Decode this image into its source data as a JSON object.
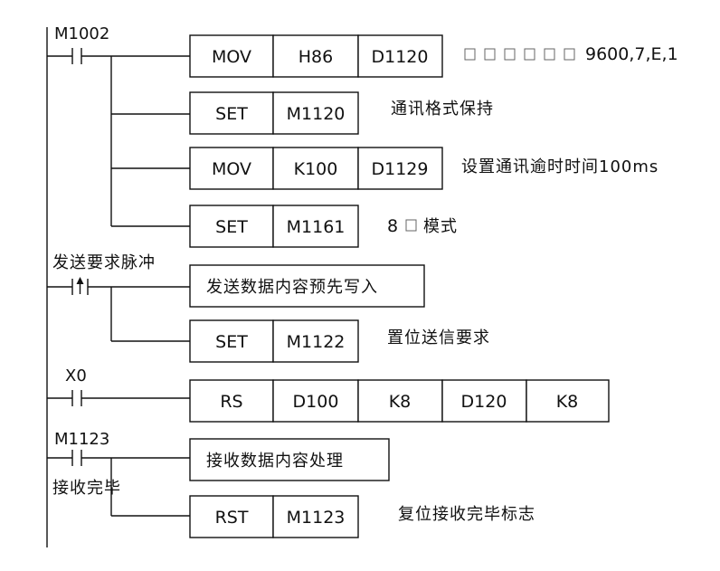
{
  "rungs": [
    {
      "contact_label": "M1002",
      "contact_type": "NO",
      "blocks": [
        {
          "cells": [
            "MOV",
            "H86",
            "D1120"
          ],
          "comment": "9600,7,E,1",
          "comment_placeholders": 6
        },
        {
          "cells": [
            "SET",
            "M1120"
          ],
          "comment": "通讯格式保持"
        },
        {
          "cells": [
            "MOV",
            "K100",
            "D1129"
          ],
          "comment": "设置通讯逾时时间100ms"
        },
        {
          "cells": [
            "SET",
            "M1161"
          ],
          "comment_prefix": "8",
          "comment": "模式",
          "comment_placeholders": 1
        }
      ]
    },
    {
      "contact_label": "发送要求脉冲",
      "contact_type": "rising",
      "blocks": [
        {
          "cells": [
            "发送数据内容预先写入"
          ]
        },
        {
          "cells": [
            "SET",
            "M1122"
          ],
          "comment": "置位送信要求"
        }
      ]
    },
    {
      "contact_label": "X0",
      "contact_type": "NO",
      "blocks": [
        {
          "cells": [
            "RS",
            "D100",
            "K8",
            "D120",
            "K8"
          ]
        }
      ]
    },
    {
      "contact_label": "M1123",
      "contact_sublabel": "接收完毕",
      "contact_type": "NO",
      "blocks": [
        {
          "cells": [
            "接收数据内容处理"
          ]
        },
        {
          "cells": [
            "RST",
            "M1123"
          ],
          "comment": "复位接收完毕标志"
        }
      ]
    }
  ]
}
